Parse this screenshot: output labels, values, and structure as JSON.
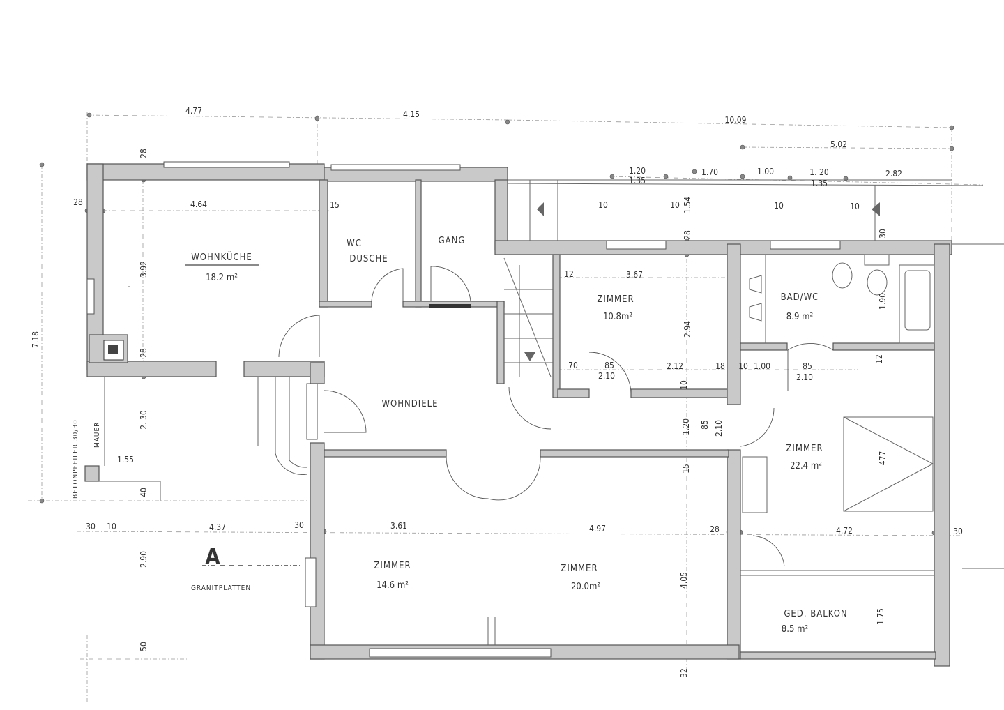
{
  "rooms": {
    "wohnkueche": {
      "name": "WOHNKÜCHE",
      "area": "18.2 m²"
    },
    "wc": {
      "name1": "WC",
      "name2": "DUSCHE"
    },
    "gang": {
      "name": "GANG"
    },
    "zimmer_small": {
      "name": "ZIMMER",
      "area": "10.8m²"
    },
    "bad": {
      "name": "BAD/WC",
      "area": "8.9 m²"
    },
    "wohndiele": {
      "name": "WOHNDIELE"
    },
    "zimmer_right": {
      "name": "ZIMMER",
      "area": "22.4  m²"
    },
    "zimmer_left": {
      "name": "ZIMMER",
      "area": "14.6 m²"
    },
    "zimmer_mid": {
      "name": "ZIMMER",
      "area": "20.0m²"
    },
    "balkon": {
      "name": "GED. BALKON",
      "area": "8.5 m²"
    }
  },
  "annotations": {
    "section_marker": "A",
    "granitplatten": "GRANITPLATTEN",
    "betonpfeiler": "BETONPFEILER  30/30",
    "mauer": "MAUER"
  },
  "dims": [
    "4.77",
    "4.15",
    "10.09",
    "5.02",
    "1.20",
    "1.35",
    "1.70",
    "1.00",
    "1. 20",
    "1.35",
    "2.82",
    "28",
    "28",
    "4.64",
    "15",
    "3.92",
    "28",
    "10",
    "10",
    "1.54",
    "10",
    "10",
    "28",
    "30",
    "12",
    "3.67",
    "2.94",
    "1.90",
    "70",
    "85",
    "2.10",
    "2.12",
    "18",
    "10",
    "1.00",
    "85",
    "2.10",
    "12",
    "10",
    "7.18",
    "2. 30",
    "1.55",
    "40",
    "1.20",
    "85",
    "2.10",
    "15",
    "30",
    "10",
    "4.37",
    "30",
    "3.61",
    "4.97",
    "28",
    "4.72",
    "30",
    "2.90",
    "4.05",
    "1.75",
    "50",
    "32",
    "477"
  ],
  "colors": {
    "wall": "#c9c9c9",
    "line": "#555555"
  }
}
